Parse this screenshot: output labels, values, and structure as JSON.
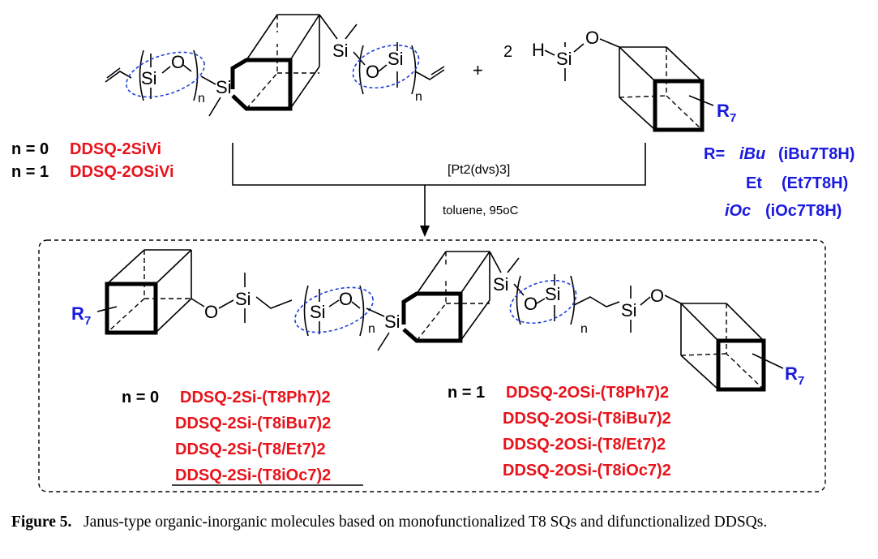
{
  "reactants": {
    "ddsq": {
      "atoms": {
        "si": "Si",
        "o": "O",
        "n": "n"
      },
      "labels": [
        {
          "n_text": "n = 0",
          "name": "DDSQ-2SiVi"
        },
        {
          "n_text": "n = 1",
          "name": "DDSQ-2OSiVi"
        }
      ]
    },
    "plus": "+",
    "coefficient": "2",
    "silane": {
      "h": "H",
      "si": "Si",
      "o": "O",
      "r": "R",
      "r_sub": "7"
    },
    "r_groups": {
      "prefix": "R=",
      "items": [
        {
          "group": "iBu",
          "formula": "(iBu7T8H)"
        },
        {
          "group": "Et",
          "formula": "(Et7T8H)"
        },
        {
          "group": "iOc",
          "formula": "(iOc7T8H)"
        }
      ]
    }
  },
  "conditions": {
    "catalyst": "[Pt2(dvs)3]",
    "solvent": "toluene, 95oC"
  },
  "product": {
    "atoms": {
      "si": "Si",
      "o": "O",
      "n": "n",
      "r": "R",
      "r_sub": "7"
    },
    "series_n0": {
      "n_text": "n = 0",
      "items": [
        "DDSQ-2Si-(T8Ph7)2",
        "DDSQ-2Si-(T8iBu7)2",
        "DDSQ-2Si-(T8/Et7)2",
        "DDSQ-2Si-(T8iOc7)2"
      ]
    },
    "series_n1": {
      "n_text": "n = 1",
      "items": [
        "DDSQ-2OSi-(T8Ph7)2",
        "DDSQ-2OSi-(T8iBu7)2",
        "DDSQ-2OSi-(T8/Et7)2",
        "DDSQ-2OSi-(T8iOc7)2"
      ]
    }
  },
  "caption": {
    "label": "Figure 5.",
    "text": "Janus-type organic-inorganic molecules based on monofunctionalized T8 SQs and difunctionalized DDSQs."
  },
  "colors": {
    "red": "#e8131b",
    "blue": "#1a1adf",
    "oval": "#1f3fd6"
  }
}
